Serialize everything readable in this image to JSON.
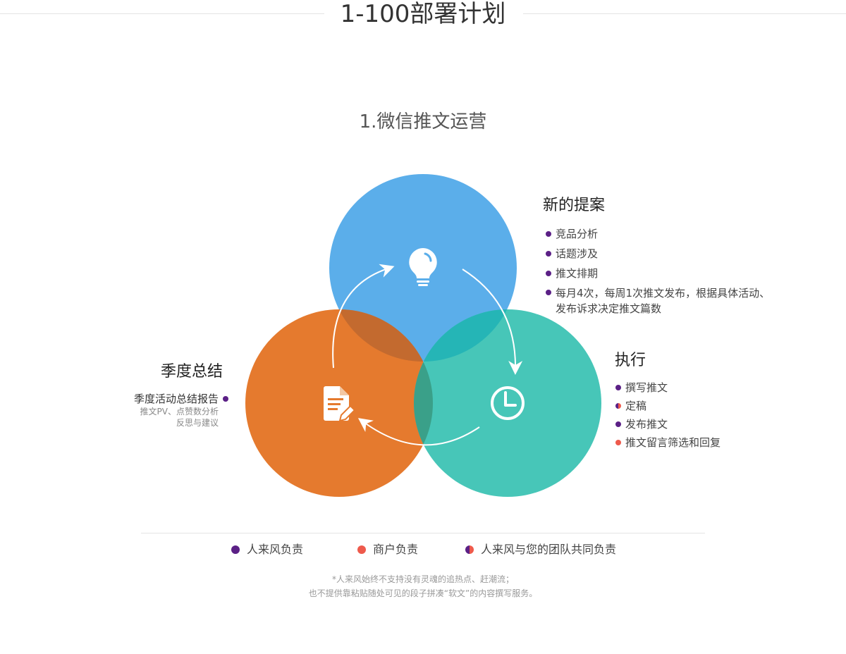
{
  "header": {
    "title": "1-100部署计划"
  },
  "section": {
    "title": "1.微信推文运营"
  },
  "colors": {
    "circle_blue": "#5baeea",
    "circle_orange": "#e57a2e",
    "circle_teal": "#47c6b8",
    "overlap_blue_orange": "#c36a2f",
    "overlap_blue_teal": "#25b5b6",
    "overlap_orange_teal": "#3aa089",
    "purple": "#5b2086",
    "red": "#ee5a4c"
  },
  "blocks": {
    "top": {
      "heading": "新的提案",
      "items": [
        {
          "text": "竞品分析",
          "owner": "purple"
        },
        {
          "text": "话题涉及",
          "owner": "purple"
        },
        {
          "text": "推文排期",
          "owner": "purple"
        },
        {
          "text": "每月4次，每周1次推文发布，根据具体活动、",
          "text2": "发布诉求决定推文篇数",
          "owner": "purple"
        }
      ]
    },
    "right": {
      "heading": "执行",
      "items": [
        {
          "text": "撰写推文",
          "owner": "purple"
        },
        {
          "text": "定稿",
          "owner": "both"
        },
        {
          "text": "发布推文",
          "owner": "purple"
        },
        {
          "text": "推文留言筛选和回复",
          "owner": "red"
        }
      ]
    },
    "left": {
      "heading": "季度总结",
      "item": "季度活动总结报告",
      "sub1": "推文PV、点赞数分析",
      "sub2": "反思与建议"
    }
  },
  "icons": {
    "top": "lightbulb-icon",
    "right": "clock-icon",
    "left": "document-edit-icon"
  },
  "legend": [
    {
      "label": "人来风负责",
      "owner": "purple"
    },
    {
      "label": "商户负责",
      "owner": "red"
    },
    {
      "label": "人来风与您的团队共同负责",
      "owner": "both"
    }
  ],
  "footnote": {
    "line1": "*人来风始终不支持没有灵魂的追热点、赶潮流；",
    "line2": "也不提供靠粘贴随处可见的段子拼凑“软文”的内容撰写服务。"
  }
}
